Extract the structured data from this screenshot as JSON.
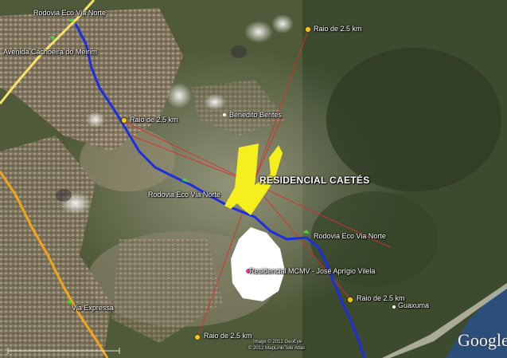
{
  "labels": {
    "rodovia_top": "Rodovia Eco Via Norte",
    "avenida": "Avenida Cachoeira do Meirim",
    "raio_top": "Raio de 2.5 km",
    "raio_left": "Raio de 2.5 km",
    "benedito": "Benedito Bentes",
    "residencial": "RESIDENCIAL CAETÉS",
    "rodovia_mid": "Rodovia Eco Via Norte",
    "rodovia_right": "Rodovia Eco Via Norte",
    "mcmv": "Residencial MCMV - José Aprígio Vilela",
    "raio_right": "Raio de 2.5 km",
    "guaxuma": "Guaxuma",
    "via_expressa": "Via Expressa",
    "raio_bottom": "Raio de 2.5 km",
    "credit1": "Image © 2012 GeoEye",
    "credit2": "© 2012 MapLink/Tele Atlas"
  },
  "logo": "Google",
  "colors": {
    "road_blue": "#1d2ee0",
    "road_yellow": "#f7e26a",
    "road_orange": "#f2a51c",
    "radius_line": "#d8302a",
    "project_area": "#f5ef1e",
    "mcmv_area": "#ffffff",
    "pin": "#f0c61c"
  },
  "icons": [
    "pin-icon",
    "arrow-icon"
  ]
}
